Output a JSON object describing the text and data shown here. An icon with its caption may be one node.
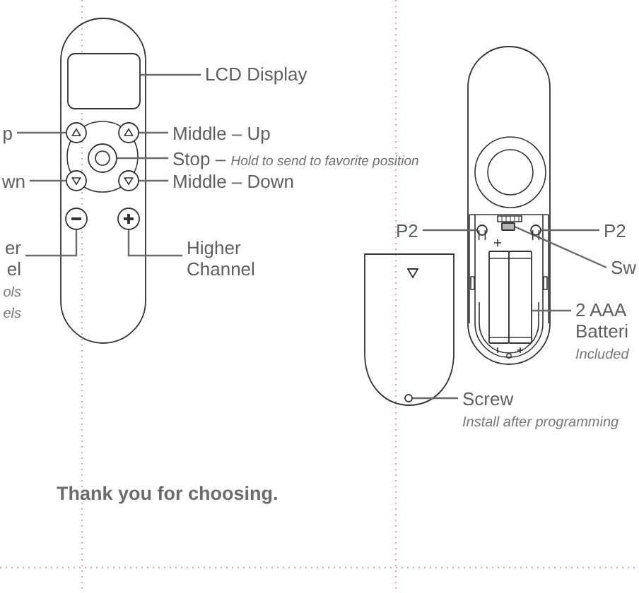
{
  "diagram": {
    "nodes": [
      {
        "text": [
          "LCD Display"
        ]
      },
      {
        "text": [
          "p"
        ]
      },
      {
        "text": [
          "Middle – Up"
        ]
      },
      {
        "text": [
          "Stop – *Hold to send to favorite position*"
        ]
      },
      {
        "text": [
          "wn"
        ]
      },
      {
        "text": [
          "Middle – Down"
        ]
      },
      {
        "text": [
          "er el",
          "ols els"
        ]
      },
      {
        "text": [
          "Higher Channel"
        ]
      },
      {
        "text": [
          "P2"
        ]
      },
      {
        "text": [
          "P2"
        ]
      },
      {
        "text": [
          "Sw"
        ]
      },
      {
        "text": [
          "2 AAA Batteri",
          "Included"
        ]
      },
      {
        "text": [
          "Screw",
          "Install after programming"
        ]
      },
      {
        "text": [],
        "shape": "box"
      },
      {
        "text": [],
        "shape": "circle"
      },
      {
        "text": [],
        "shape": "circle"
      },
      {
        "text": [],
        "shape": "circle"
      },
      {
        "text": [],
        "shape": "circle"
      },
      {
        "text": [],
        "shape": "circle"
      },
      {
        "text": [],
        "shape": "circle"
      },
      {
        "text": [],
        "shape": "circle"
      },
      {
        "text": [],
        "shape": "circle"
      },
      {
        "text": [],
        "shape": "circle"
      },
      {
        "text": [],
        "shape": "box"
      },
      {
        "text": [],
        "shape": "cylinder"
      },
      {
        "text": [],
        "shape": "circle"
      }
    ],
    "edges": [
      {
        "from": 0,
        "to": 13,
        "arrow": "none"
      },
      {
        "from": 1,
        "to": 14,
        "arrow": "none"
      },
      {
        "from": 2,
        "to": 15,
        "arrow": "none"
      },
      {
        "from": 3,
        "to": 16,
        "arrow": "none"
      },
      {
        "from": 4,
        "to": 17,
        "arrow": "none"
      },
      {
        "from": 5,
        "to": 18,
        "arrow": "none"
      },
      {
        "from": 6,
        "to": 19,
        "arrow": "none"
      },
      {
        "from": 7,
        "to": 20,
        "arrow": "none"
      },
      {
        "from": 8,
        "to": 21,
        "arrow": "none"
      },
      {
        "from": 9,
        "to": 22,
        "arrow": "none"
      },
      {
        "from": 10,
        "to": 23,
        "arrow": "none"
      },
      {
        "from": 11,
        "to": 24,
        "arrow": "none"
      },
      {
        "from": 12,
        "to": 25,
        "arrow": "none"
      }
    ],
    "labels": [
      "Thank you for choosing."
    ]
  }
}
